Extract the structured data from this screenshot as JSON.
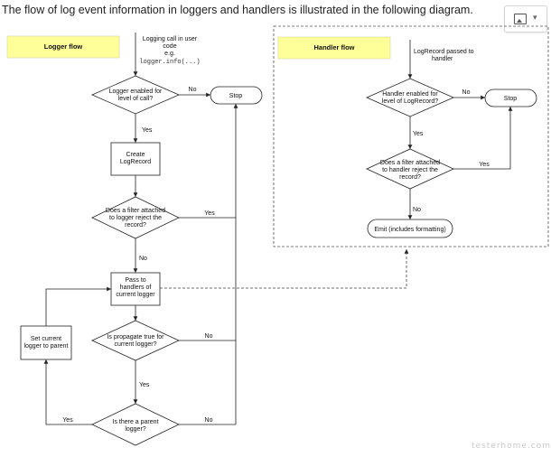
{
  "caption": "The flow of log event information in loggers and handlers is illustrated in the following diagram.",
  "toolbar": {
    "icon": "image-icon",
    "chevron": "▾"
  },
  "logger": {
    "title": "Logger flow",
    "start": [
      "Logging call in user",
      "code",
      "e.g."
    ],
    "start_code": "logger.info(...)",
    "enabled": [
      "Logger enabled for",
      "level of call?"
    ],
    "stop": "Stop",
    "create": [
      "Create",
      "LogRecord"
    ],
    "filter": [
      "Does a filter attached",
      "to logger reject the",
      "record?"
    ],
    "pass": [
      "Pass to",
      "handlers of",
      "current logger"
    ],
    "propagate": [
      "Is propagate true for",
      "current logger?"
    ],
    "parent": [
      "Is there a parent",
      "logger?"
    ],
    "setparent": [
      "Set current",
      "logger to parent"
    ]
  },
  "handler": {
    "title": "Handler flow",
    "start": [
      "LogRecord passed to",
      "handler"
    ],
    "enabled": [
      "Handler enabled for",
      "level of LogRecord?"
    ],
    "stop": "Stop",
    "filter": [
      "Does a filter attached",
      "to handler reject the",
      "record?"
    ],
    "emit": "Emit (includes formatting)"
  },
  "labels": {
    "yes": "Yes",
    "no": "No"
  },
  "watermark": "testerhome.com"
}
